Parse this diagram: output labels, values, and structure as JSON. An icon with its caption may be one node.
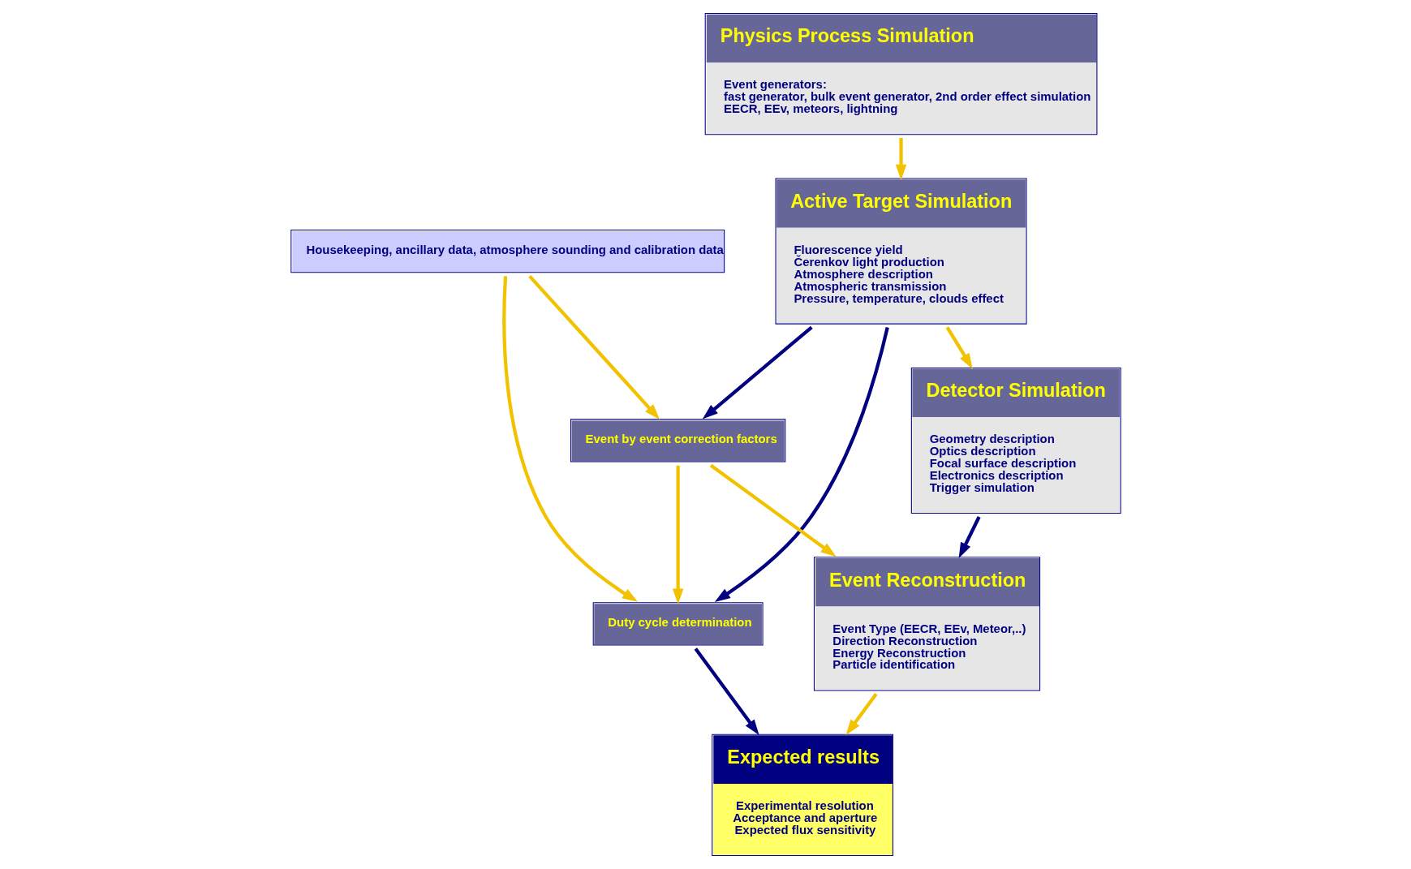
{
  "diagram": {
    "nodes": [
      {
        "text": [
          "Physics Process Simulation",
          "Event generators:",
          "fast generator, bulk event generator, 2nd order effect simulation",
          "EECR, EEv, meteors, lightning"
        ]
      },
      {
        "text": [
          "Active Target Simulation",
          "Fluorescence yield",
          "Čerenkov light production",
          "Atmosphere description",
          "Atmospheric transmission",
          "Pressure, temperature, clouds effect"
        ]
      },
      {
        "text": [
          "Detector Simulation",
          "Geometry description",
          "Optics description",
          "Focal surface description",
          "Electronics description",
          "Trigger simulation"
        ]
      },
      {
        "text": [
          "Housekeeping, ancillary data, atmosphere sounding and calibration data"
        ]
      },
      {
        "text": [
          "Event by event correction factors"
        ]
      },
      {
        "text": [
          "Duty cycle determination"
        ]
      },
      {
        "text": [
          "Event Reconstruction",
          "Event Type (EECR, EEv, Meteor,..)",
          "Direction Reconstruction",
          "Energy Reconstruction",
          "Particle identification"
        ]
      },
      {
        "text": [
          "Expected results",
          "Experimental resolution",
          "Acceptance and aperture",
          "Expected flux sensitivity"
        ]
      }
    ],
    "edges": [
      {
        "from": 0,
        "to": 1,
        "arrow": "to"
      },
      {
        "from": 1,
        "to": 2,
        "arrow": "to"
      },
      {
        "from": 3,
        "to": 4,
        "arrow": "to"
      },
      {
        "from": 3,
        "to": 5,
        "arrow": "to"
      },
      {
        "from": 4,
        "to": 5,
        "arrow": "to"
      },
      {
        "from": 4,
        "to": 6,
        "arrow": "to"
      },
      {
        "from": 6,
        "to": 7,
        "arrow": "to"
      },
      {
        "from": 1,
        "to": 4,
        "arrow": "to",
        "color": "#000080"
      },
      {
        "from": 1,
        "to": 5,
        "arrow": "to",
        "color": "#000080"
      },
      {
        "from": 2,
        "to": 6,
        "arrow": "to",
        "color": "#000080"
      },
      {
        "from": 5,
        "to": 7,
        "arrow": "to",
        "color": "#000080"
      }
    ]
  }
}
